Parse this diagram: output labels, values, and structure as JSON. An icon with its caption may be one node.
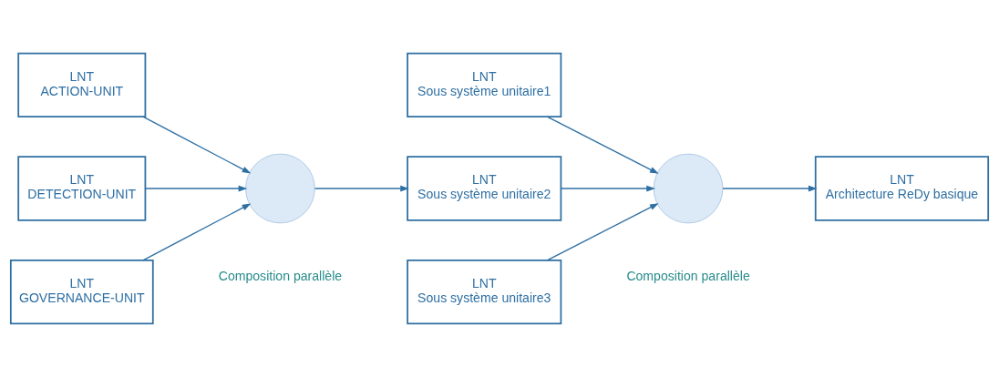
{
  "diagram": {
    "nodes": [
      {
        "text": [
          "LNT",
          "ACTION-UNIT"
        ]
      },
      {
        "text": [
          "LNT",
          "DETECTION-UNIT"
        ]
      },
      {
        "text": [
          "LNT",
          "GOVERNANCE-UNIT"
        ]
      },
      {
        "text": [],
        "shape": "circle",
        "beside": [
          "Composition parallèle"
        ]
      },
      {
        "text": [
          "LNT",
          "Sous système unitaire1"
        ]
      },
      {
        "text": [
          "LNT",
          "Sous système unitaire2"
        ]
      },
      {
        "text": [
          "LNT",
          "Sous système unitaire3"
        ]
      },
      {
        "text": [],
        "shape": "circle",
        "beside": [
          "Composition parallèle"
        ]
      },
      {
        "text": [
          "LNT",
          "Architecture ReDy basique"
        ]
      }
    ],
    "edges": [
      {
        "from": 0,
        "to": 3,
        "arrow": "to"
      },
      {
        "from": 1,
        "to": 3,
        "arrow": "to"
      },
      {
        "from": 2,
        "to": 3,
        "arrow": "to"
      },
      {
        "from": 3,
        "to": 5,
        "arrow": "to"
      },
      {
        "from": 4,
        "to": 7,
        "arrow": "to"
      },
      {
        "from": 5,
        "to": 7,
        "arrow": "to"
      },
      {
        "from": 6,
        "to": 7,
        "arrow": "to"
      },
      {
        "from": 7,
        "to": 8,
        "arrow": "to"
      }
    ]
  }
}
